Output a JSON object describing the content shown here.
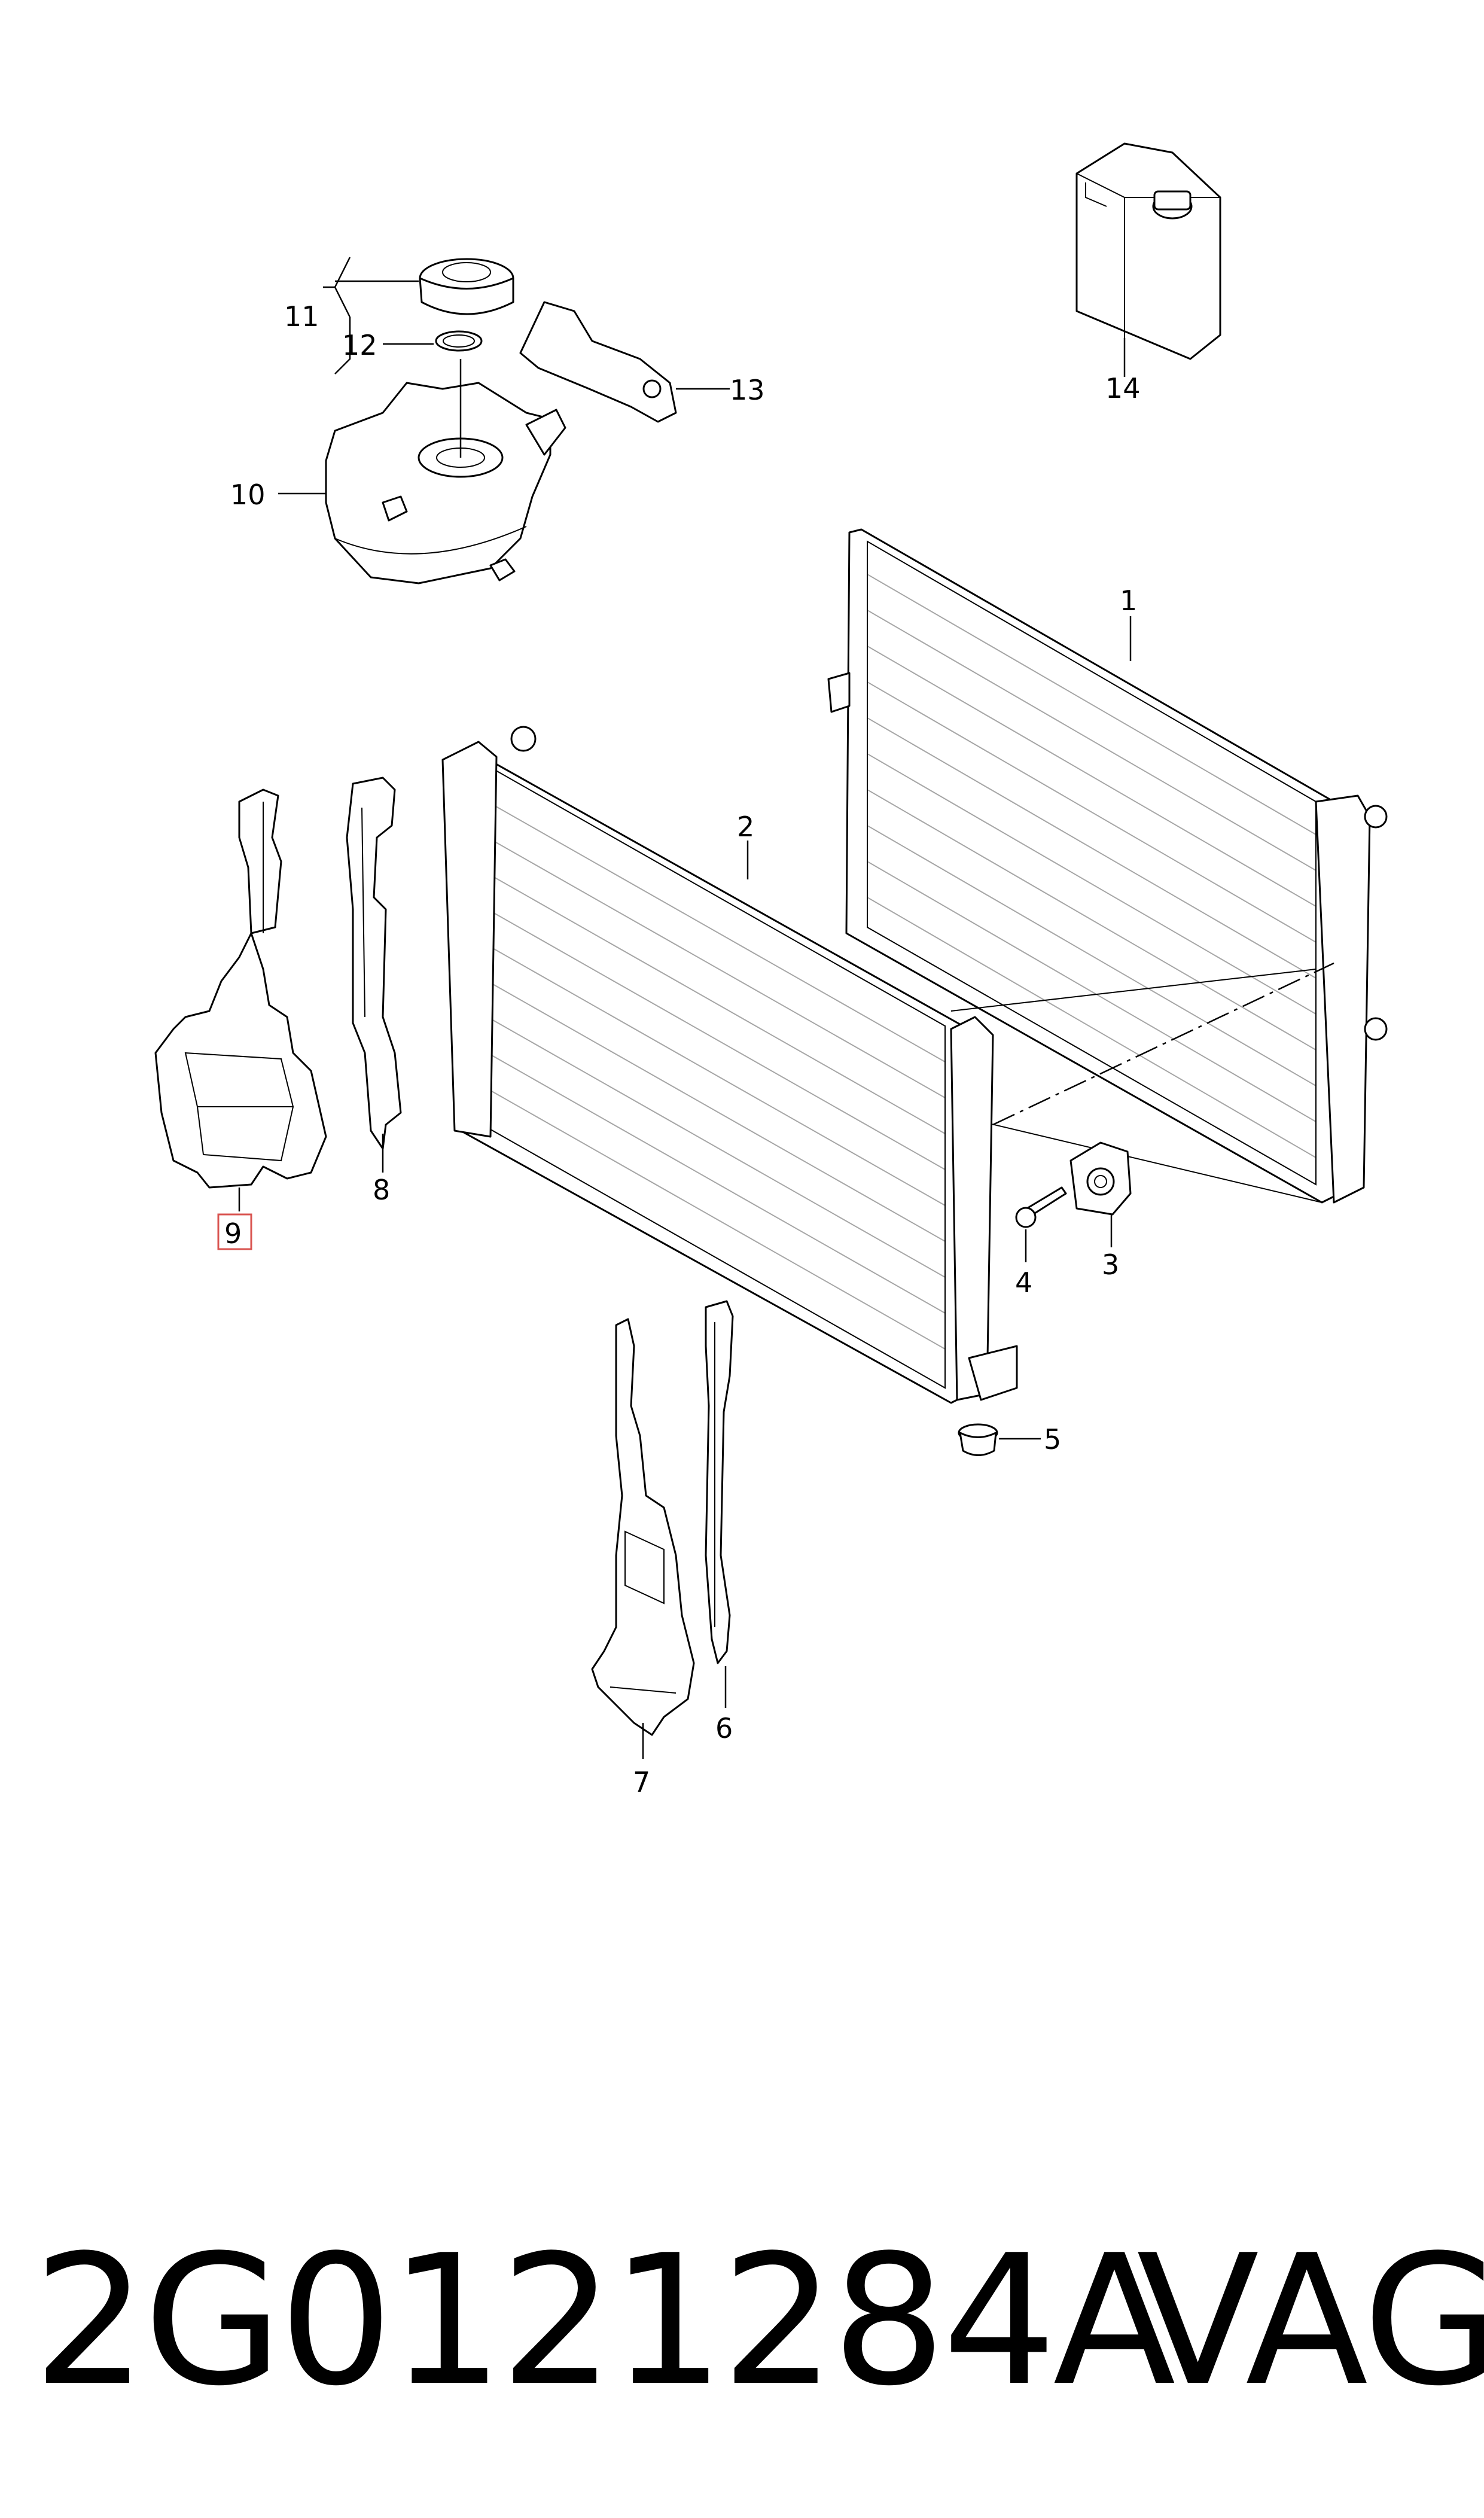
{
  "callouts": {
    "c1": "1",
    "c2": "2",
    "c3": "3",
    "c4": "4",
    "c5": "5",
    "c6": "6",
    "c7": "7",
    "c8": "8",
    "c9": "9",
    "c10": "10",
    "c11": "11",
    "c12": "12",
    "c13": "13",
    "c14": "14"
  },
  "highlighted_callout": "9",
  "highlight_color": "#d9534f",
  "footer": {
    "part_number": "2G0121284A",
    "brand": "VAG"
  }
}
